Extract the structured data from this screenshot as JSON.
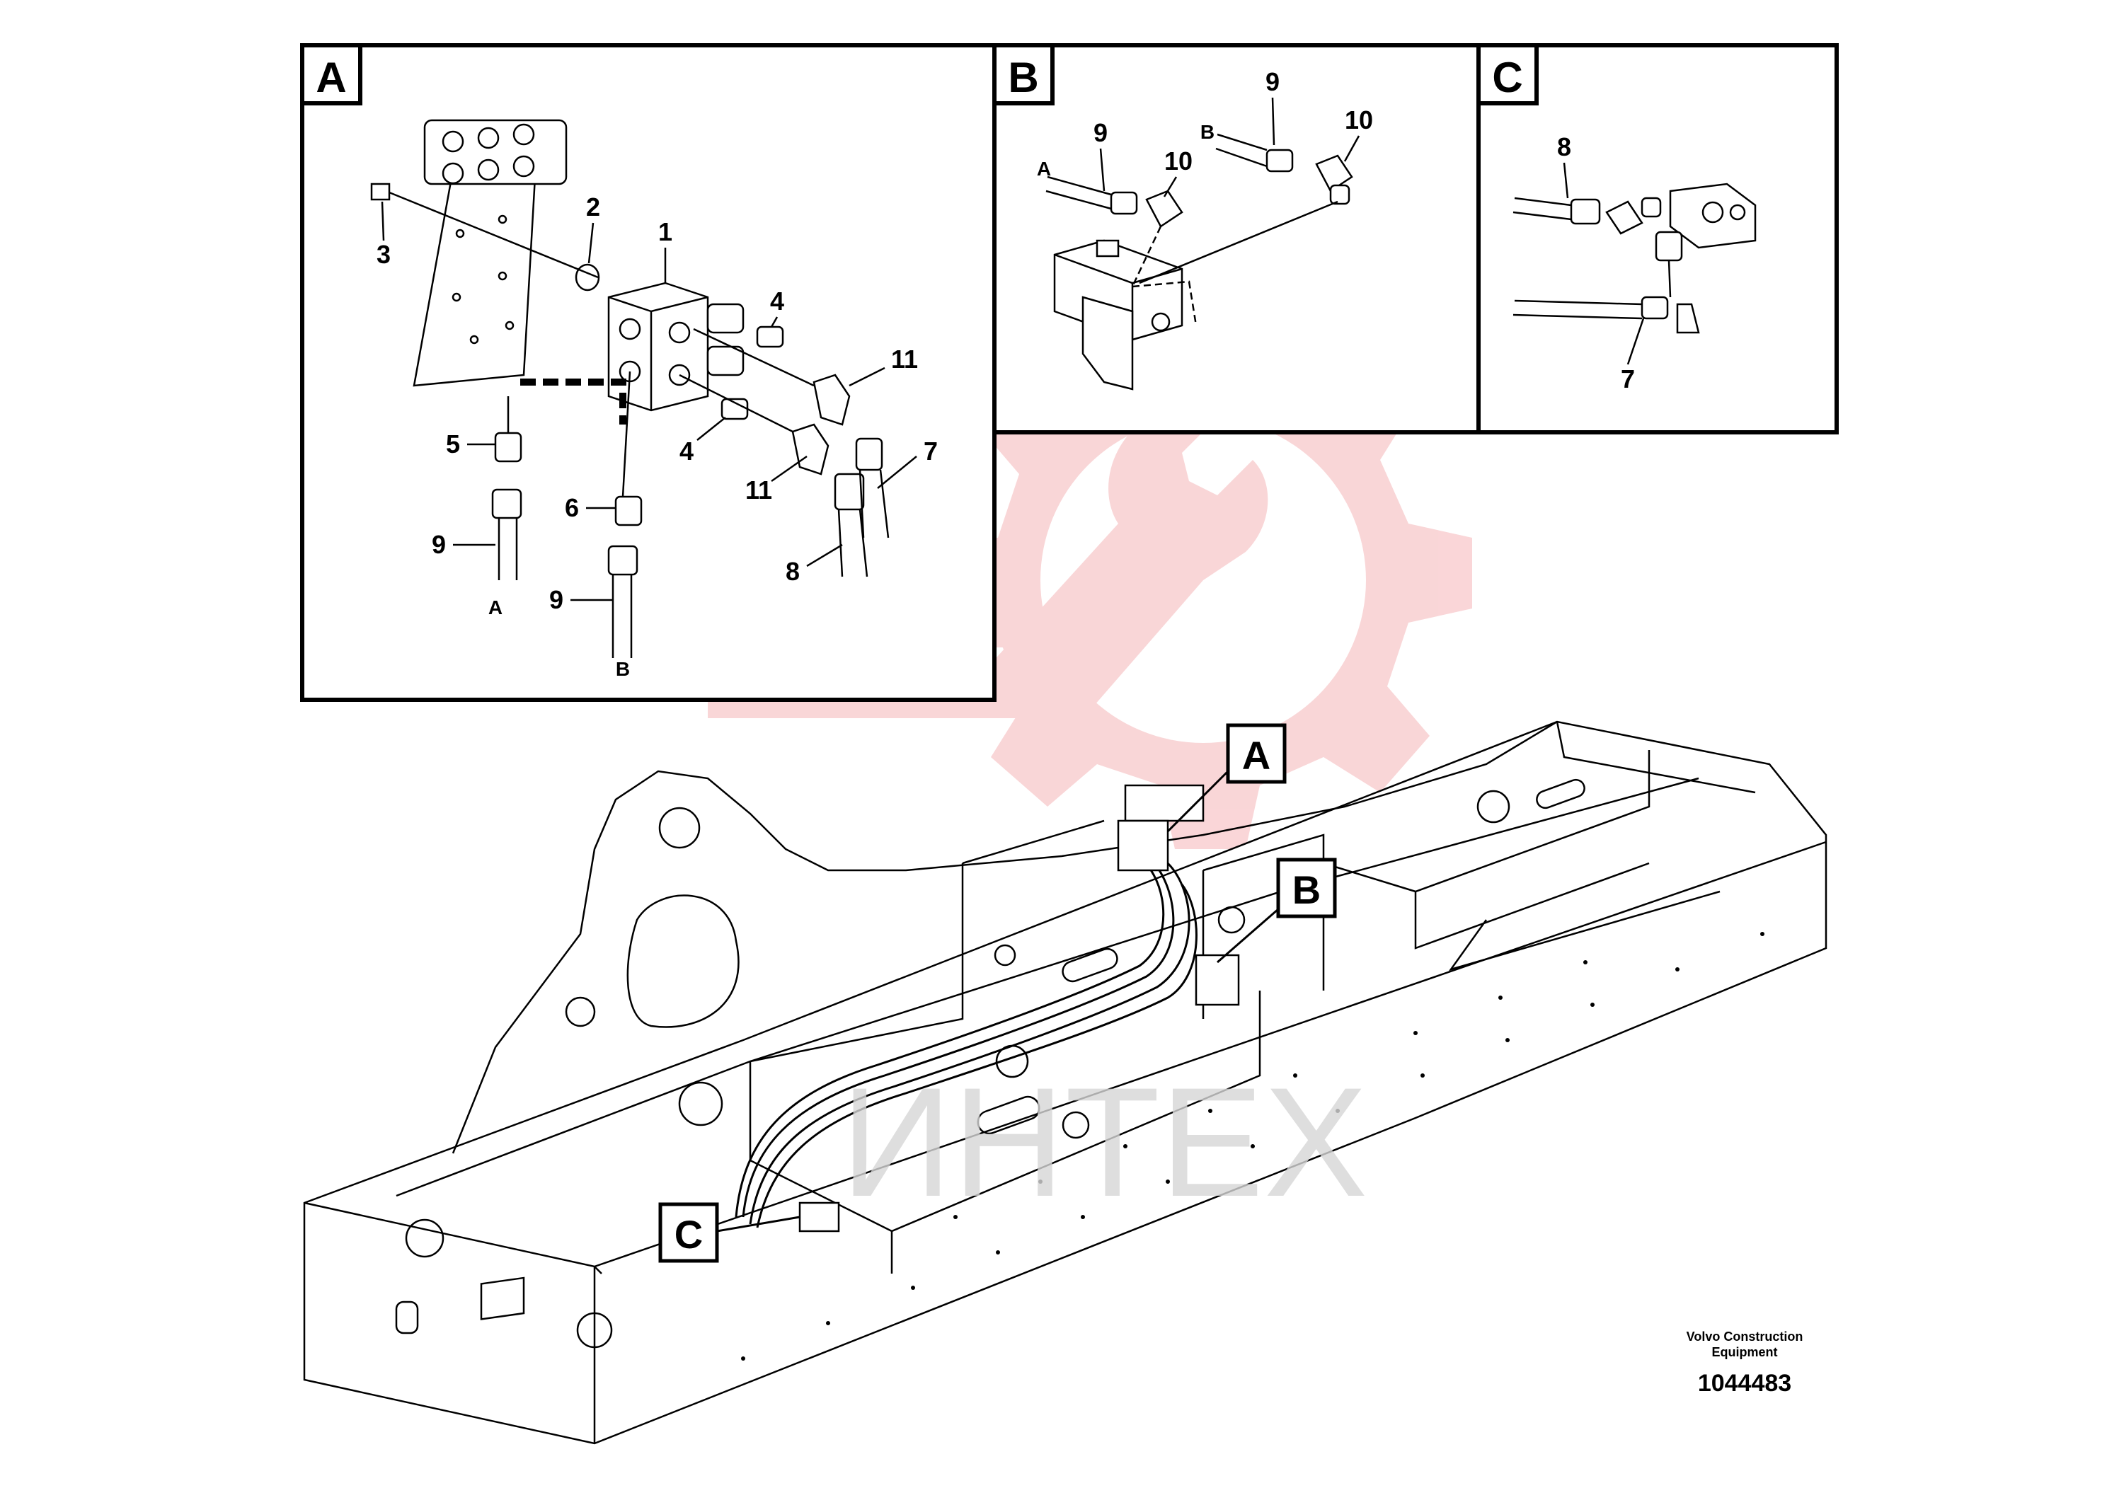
{
  "colors": {
    "ink": "#000000",
    "logo_red": "#f5b5b8",
    "watermark_grey": "#d7d7d7",
    "frame_fill": "#ffffff"
  },
  "panels": [
    {
      "key": "A",
      "label": "A"
    },
    {
      "key": "B",
      "label": "B"
    },
    {
      "key": "C",
      "label": "C"
    }
  ],
  "detail_tags": [
    {
      "key": "A",
      "label": "A"
    },
    {
      "key": "B",
      "label": "B"
    },
    {
      "key": "C",
      "label": "C"
    }
  ],
  "panel_a_callouts": [
    "1",
    "2",
    "3",
    "4",
    "4",
    "5",
    "6",
    "7",
    "8",
    "9",
    "9",
    "11",
    "11"
  ],
  "panel_a_ports": [
    "A",
    "B"
  ],
  "panel_b_callouts": [
    "9",
    "10",
    "9",
    "10"
  ],
  "panel_b_ports": [
    "A",
    "B"
  ],
  "panel_c_callouts": [
    "8",
    "7"
  ],
  "watermark_text": "ИНТЕХ",
  "credit": {
    "line1": "Volvo Construction",
    "line2": "Equipment",
    "drawing_number": "1044483"
  }
}
